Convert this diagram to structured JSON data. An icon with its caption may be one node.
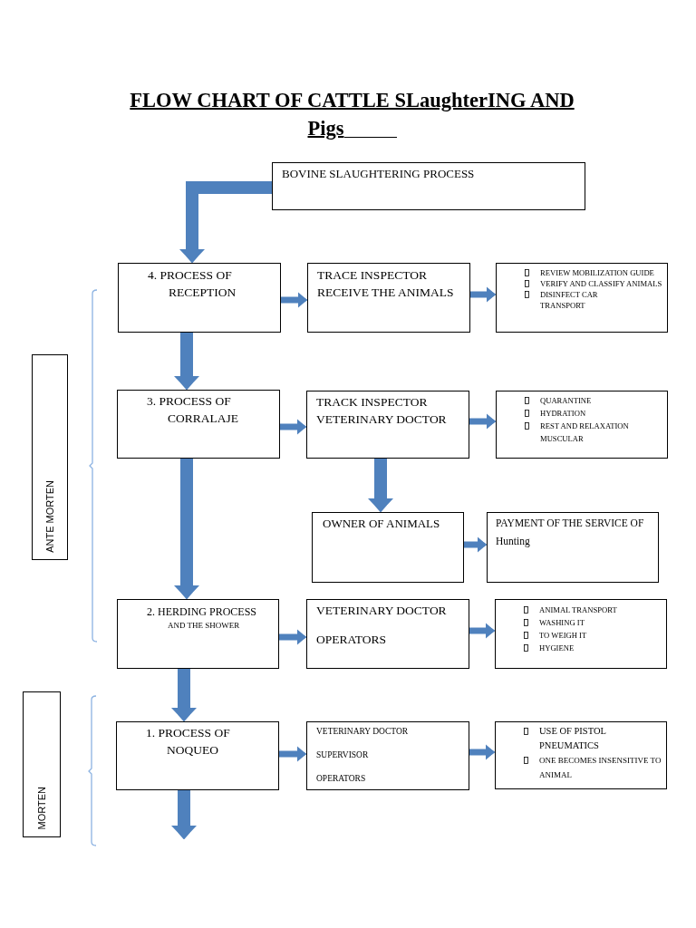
{
  "diagram": {
    "title": "FLOW CHART OF CATTLE SLaughterING AND Pigs",
    "nodes": [
      {
        "text": [
          "BOVINE SLAUGHTERING PROCESS"
        ]
      },
      {
        "text": [
          "4. PROCESS OF RECEPTION"
        ]
      },
      {
        "text": [
          "TRACE INSPECTOR",
          "RECEIVE THE ANIMALS"
        ]
      },
      {
        "text": [
          "REVIEW MOBILIZATION GUIDE",
          "VERIFY AND CLASSIFY ANIMALS",
          "DISINFECT CAR TRANSPORT"
        ]
      },
      {
        "text": [
          "ANTE MORTEN"
        ]
      },
      {
        "text": [
          "3. PROCESS OF CORRALAJE"
        ]
      },
      {
        "text": [
          "TRACK INSPECTOR",
          "VETERINARY DOCTOR"
        ]
      },
      {
        "text": [
          "QUARANTINE",
          "HYDRATION",
          "REST AND RELAXATION MUSCULAR"
        ]
      },
      {
        "text": [
          "OWNER OF ANIMALS"
        ]
      },
      {
        "text": [
          "PAYMENT OF THE SERVICE OF Hunting"
        ]
      },
      {
        "text": [
          "2. HERDING PROCESS",
          "AND THE SHOWER"
        ]
      },
      {
        "text": [
          "VETERINARY DOCTOR",
          "OPERATORS"
        ]
      },
      {
        "text": [
          "ANIMAL TRANSPORT",
          "WASHING IT",
          "TO WEIGH IT",
          "HYGIENE"
        ]
      },
      {
        "text": [
          "MORTEN"
        ]
      },
      {
        "text": [
          "1. PROCESS OF NOQUEO"
        ]
      },
      {
        "text": [
          "VETERINARY DOCTOR",
          "SUPERVISOR",
          "OPERATORS"
        ]
      },
      {
        "text": [
          "USE OF PISTOL PNEUMATICS",
          "ONE BECOMES INSENSITIVE TO ANIMAL"
        ]
      }
    ],
    "edges": [
      {
        "from": 0,
        "to": 1,
        "arrow": "to",
        "style": "thick"
      },
      {
        "from": 1,
        "to": 2,
        "arrow": "to"
      },
      {
        "from": 2,
        "to": 3,
        "arrow": "to"
      },
      {
        "from": 1,
        "to": 5,
        "arrow": "to",
        "style": "thick"
      },
      {
        "from": 5,
        "to": 6,
        "arrow": "to"
      },
      {
        "from": 6,
        "to": 7,
        "arrow": "to"
      },
      {
        "from": 6,
        "to": 8,
        "arrow": "to",
        "style": "thick"
      },
      {
        "from": 8,
        "to": 9,
        "arrow": "to"
      },
      {
        "from": 5,
        "to": 10,
        "arrow": "to",
        "style": "thick"
      },
      {
        "from": 10,
        "to": 11,
        "arrow": "to"
      },
      {
        "from": 11,
        "to": 12,
        "arrow": "to"
      },
      {
        "from": 10,
        "to": 14,
        "arrow": "to",
        "style": "thick"
      },
      {
        "from": 14,
        "to": 15,
        "arrow": "to"
      },
      {
        "from": 15,
        "to": 16,
        "arrow": "to"
      },
      {
        "from": 14,
        "to": null,
        "arrow": "to",
        "style": "thick"
      }
    ]
  }
}
